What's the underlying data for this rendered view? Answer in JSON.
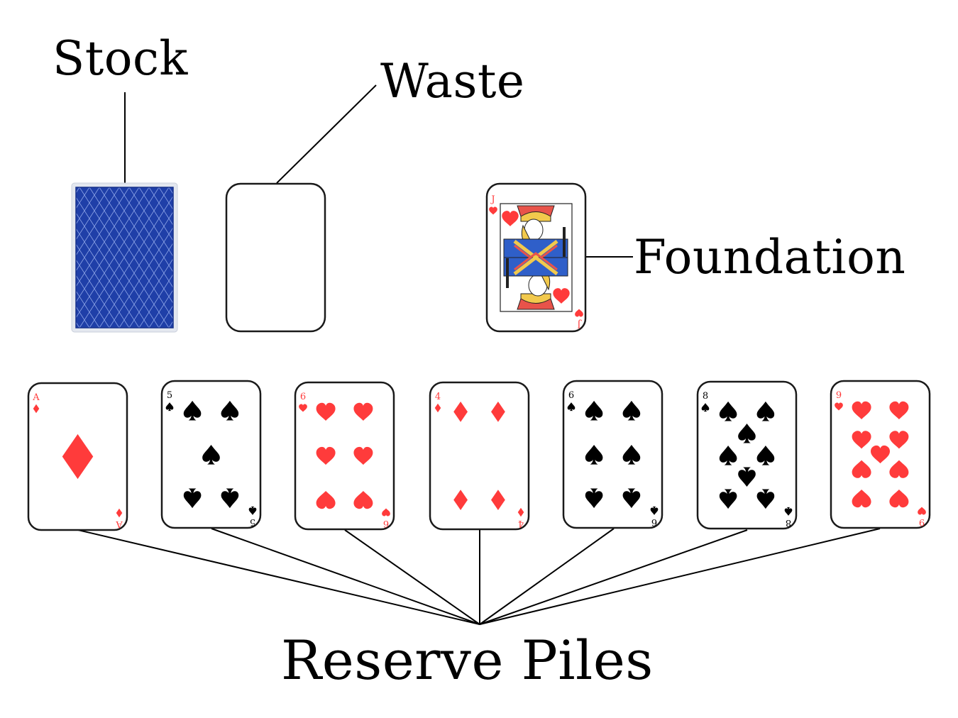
{
  "labels": {
    "stock": "Stock",
    "waste": "Waste",
    "foundation": "Foundation",
    "reserve": "Reserve Piles"
  },
  "colors": {
    "red": "#ff3b3b",
    "black": "#000000",
    "card_back_blue": "#1f3fa8",
    "card_back_border": "#e6e9f0"
  },
  "foundation_card": {
    "rank": "J",
    "suit": "hearts"
  },
  "reserve_cards": [
    {
      "rank": "A",
      "suit": "diamonds"
    },
    {
      "rank": "5",
      "suit": "spades"
    },
    {
      "rank": "6",
      "suit": "hearts"
    },
    {
      "rank": "4",
      "suit": "diamonds"
    },
    {
      "rank": "6",
      "suit": "spades"
    },
    {
      "rank": "8",
      "suit": "spades"
    },
    {
      "rank": "9",
      "suit": "hearts"
    }
  ]
}
